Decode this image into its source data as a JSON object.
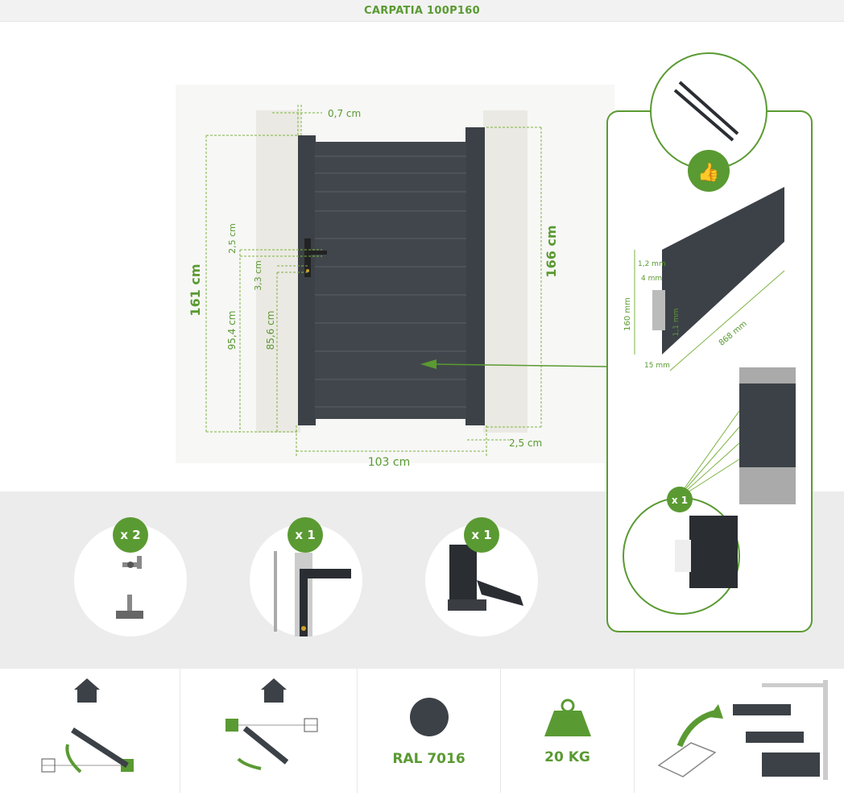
{
  "title": "CARPATIA 100P160",
  "dimensions": {
    "frame_gap": "0,7 cm",
    "total_height_left": "161 cm",
    "total_height_right": "166 cm",
    "handle_offset": "2,5 cm",
    "lock_offset": "3,3 cm",
    "handle_height": "95,4 cm",
    "lock_height": "85,6 cm",
    "width": "103 cm",
    "post_gap": "2,5 cm"
  },
  "panel_profile": {
    "h1": "1,2 mm",
    "h2": "4 mm",
    "height": "160 mm",
    "thickness": "1,1 mm",
    "length": "868 mm",
    "base": "15 mm",
    "count": "x 1"
  },
  "accessories": [
    {
      "name": "hinges",
      "count": "x 2"
    },
    {
      "name": "handle-lock",
      "count": "x 1"
    },
    {
      "name": "gate-stop",
      "count": "x 1"
    }
  ],
  "info": {
    "color_label": "RAL 7016",
    "color_hex": "#3c4147",
    "weight_label": "20 KG"
  },
  "colors": {
    "accent": "#5a9a32",
    "gate": "#3c4147"
  }
}
